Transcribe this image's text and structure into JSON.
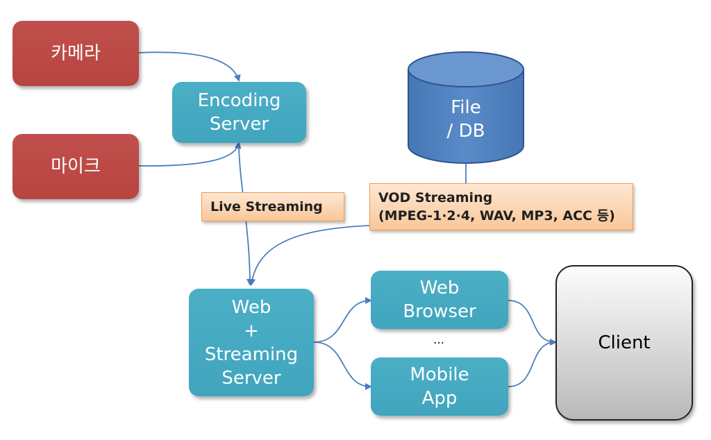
{
  "nodes": {
    "camera": "카메라",
    "mic": "마이크",
    "encoding_server": [
      "Encoding",
      "Server"
    ],
    "file_db": [
      "File",
      "/ DB"
    ],
    "web_streaming_server": [
      "Web",
      "+",
      "Streaming",
      "Server"
    ],
    "web_browser": [
      "Web",
      "Browser"
    ],
    "mobile_app": [
      "Mobile",
      "App"
    ],
    "client": "Client",
    "ellipsis": "…"
  },
  "labels": {
    "live": "Live Streaming",
    "vod_title": "VOD Streaming",
    "vod_formats": "(MPEG-1·2·4, WAV, MP3, ACC 등)"
  },
  "colors": {
    "source": "#c0504d",
    "server": "#4bafc6",
    "database": "#4f81bd",
    "arrow": "#4a7ebb",
    "label_fill": "#fbd4b4",
    "label_border": "#f29a4e"
  }
}
